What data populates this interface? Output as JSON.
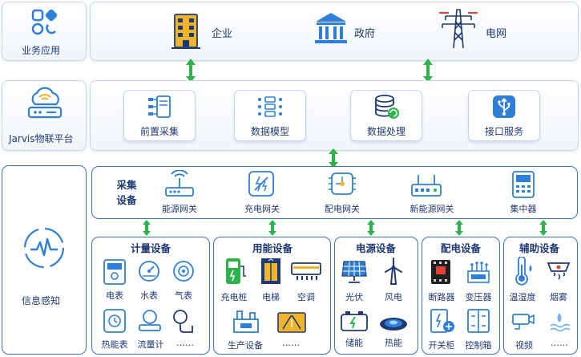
{
  "left_labels": {
    "business": "业务应用",
    "platform": "Jarvis物联平台",
    "sensing": "信息感知"
  },
  "business_apps": [
    "企业",
    "政府",
    "电网"
  ],
  "platform_modules": [
    "前置采集",
    "数据模型",
    "数据处理",
    "接口服务"
  ],
  "collection": {
    "title_line1": "采集",
    "title_line2": "设备",
    "devices": [
      "能源网关",
      "充电网关",
      "配电网关",
      "新能源网关",
      "集中器"
    ]
  },
  "groups": {
    "metering": {
      "title": "计量设备",
      "items": [
        "电表",
        "水表",
        "气表",
        "热能表",
        "流量计",
        "……"
      ]
    },
    "consumption": {
      "title": "用能设备",
      "items": [
        "充电桩",
        "电梯",
        "空调",
        "生产设备",
        "……"
      ]
    },
    "power_source": {
      "title": "电源设备",
      "items": [
        "光伏",
        "风电",
        "储能",
        "热能"
      ]
    },
    "distribution": {
      "title": "配电设备",
      "items": [
        "断路器",
        "变压器",
        "开关柜",
        "控制箱"
      ]
    },
    "auxiliary": {
      "title": "辅助设备",
      "items": [
        "温湿度",
        "烟雾",
        "视频",
        "……"
      ]
    }
  },
  "colors": {
    "border_blue": "#3a6fc4",
    "text_navy": "#1f3a73",
    "arrow_green": "#2db34a",
    "icon_blue": "#2f7fd8",
    "accent_yellow": "#f0b52b"
  }
}
